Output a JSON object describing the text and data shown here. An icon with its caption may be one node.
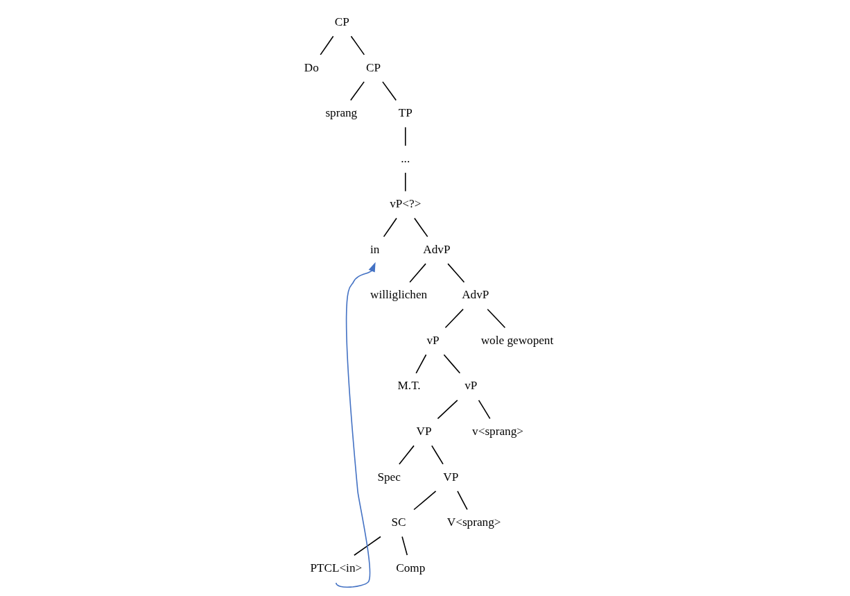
{
  "diagram": {
    "nodes": [
      {
        "text": [
          "CP"
        ]
      },
      {
        "text": [
          "Do"
        ]
      },
      {
        "text": [
          "CP"
        ]
      },
      {
        "text": [
          "sprang"
        ]
      },
      {
        "text": [
          "TP"
        ]
      },
      {
        "text": [
          "..."
        ]
      },
      {
        "text": [
          "vP<?>"
        ]
      },
      {
        "text": [
          "in"
        ]
      },
      {
        "text": [
          "AdvP"
        ]
      },
      {
        "text": [
          "williglichen"
        ]
      },
      {
        "text": [
          "AdvP"
        ]
      },
      {
        "text": [
          "vP"
        ]
      },
      {
        "text": [
          "wole gewopent"
        ]
      },
      {
        "text": [
          "M.T."
        ]
      },
      {
        "text": [
          "vP"
        ]
      },
      {
        "text": [
          "VP"
        ]
      },
      {
        "text": [
          "v<sprang>"
        ]
      },
      {
        "text": [
          "Spec"
        ]
      },
      {
        "text": [
          "VP"
        ]
      },
      {
        "text": [
          "SC"
        ]
      },
      {
        "text": [
          "V<sprang>"
        ]
      },
      {
        "text": [
          "Comp"
        ]
      },
      {
        "text": [
          "PTCL<in>"
        ]
      }
    ],
    "edges": [
      {
        "from": 0,
        "to": 1,
        "arrow": "none"
      },
      {
        "from": 0,
        "to": 2,
        "arrow": "none"
      },
      {
        "from": 2,
        "to": 3,
        "arrow": "none"
      },
      {
        "from": 2,
        "to": 4,
        "arrow": "none"
      },
      {
        "from": 4,
        "to": 5,
        "arrow": "none"
      },
      {
        "from": 5,
        "to": 6,
        "arrow": "none"
      },
      {
        "from": 6,
        "to": 7,
        "arrow": "none"
      },
      {
        "from": 6,
        "to": 8,
        "arrow": "none"
      },
      {
        "from": 8,
        "to": 9,
        "arrow": "none"
      },
      {
        "from": 8,
        "to": 10,
        "arrow": "none"
      },
      {
        "from": 10,
        "to": 11,
        "arrow": "none"
      },
      {
        "from": 10,
        "to": 12,
        "arrow": "none"
      },
      {
        "from": 11,
        "to": 13,
        "arrow": "none"
      },
      {
        "from": 11,
        "to": 14,
        "arrow": "none"
      },
      {
        "from": 14,
        "to": 15,
        "arrow": "none"
      },
      {
        "from": 14,
        "to": 16,
        "arrow": "none"
      },
      {
        "from": 15,
        "to": 17,
        "arrow": "none"
      },
      {
        "from": 15,
        "to": 18,
        "arrow": "none"
      },
      {
        "from": 18,
        "to": 19,
        "arrow": "none"
      },
      {
        "from": 18,
        "to": 20,
        "arrow": "none"
      },
      {
        "from": 19,
        "to": 21,
        "arrow": "none"
      },
      {
        "from": 19,
        "to": 22,
        "arrow": "none"
      },
      {
        "from": 22,
        "to": 7,
        "arrow": "to",
        "color": "#4472c4"
      }
    ]
  }
}
